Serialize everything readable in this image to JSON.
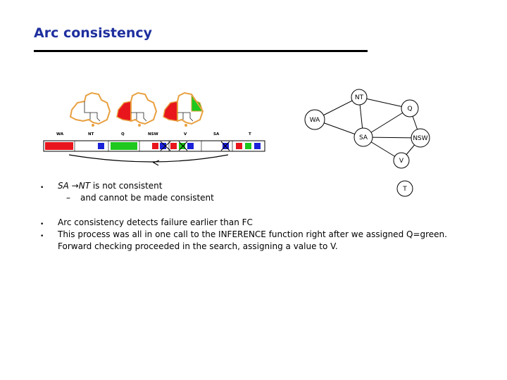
{
  "slide": {
    "title": "Arc consistency"
  },
  "columns": [
    "WA",
    "NT",
    "Q",
    "NSW",
    "V",
    "SA",
    "T"
  ],
  "graph": {
    "nodes": [
      "NT",
      "Q",
      "WA",
      "SA",
      "NSW",
      "V",
      "T"
    ]
  },
  "bullets": {
    "b1_lhs": "SA",
    "b1_arrow": "→",
    "b1_rhs": "NT",
    "b1_rest": " is not consistent",
    "b1_sub_dash": "–",
    "b1_sub": "and cannot be made consistent",
    "b2": "Arc consistency detects failure earlier than FC",
    "b3_l1": "This process was all in one call to the INFERENCE function right after we assigned Q=green.",
    "b3_l2": "Forward checking proceeded in the search, assigning a value to V."
  },
  "colors": {
    "title": "#1e2f9e",
    "red": "#e8161c",
    "green": "#1ec81e",
    "blue": "#1b21d9",
    "map_outline": "#e8a040"
  }
}
